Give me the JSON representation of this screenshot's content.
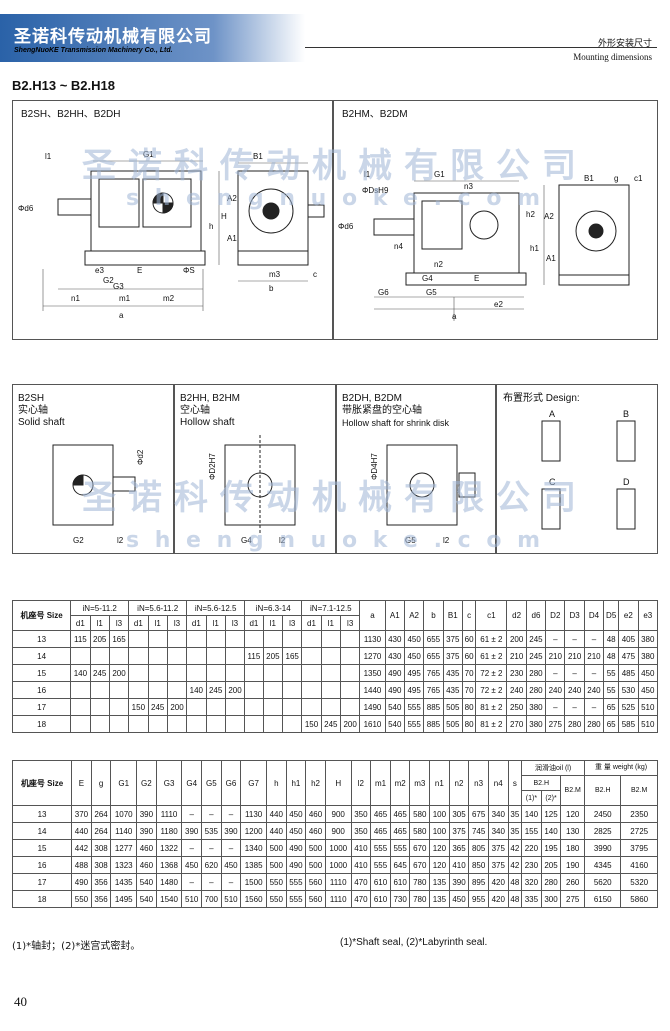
{
  "header": {
    "company_cn": "圣诺科传动机械有限公司",
    "company_en": "ShengNuoKE Transmission Machinery Co., Ltd.",
    "section_cn": "外形安装尺寸",
    "section_en": "Mounting dimensions",
    "series": "B2.H13 ~ B2.H18"
  },
  "watermark": {
    "cn": "圣诺科传动机械有限公司",
    "en": "s h e n g n u o k e . c o m"
  },
  "panels": {
    "left_top": "B2SH、B2HH、B2DH",
    "right_top": "B2HM、B2DM",
    "solid_title": "B2SH",
    "solid_cn": "实心轴",
    "solid_en": "Solid shaft",
    "hollow_title": "B2HH, B2HM",
    "hollow_cn": "空心轴",
    "hollow_en": "Hollow shaft",
    "shrink_title": "B2DH, B2DM",
    "shrink_cn": "带胀紧盘的空心轴",
    "shrink_en": "Hollow shaft for shrink disk",
    "design_title": "布置形式 Design:",
    "design_labels": [
      "A",
      "B",
      "C",
      "D"
    ]
  },
  "dim_labels": {
    "left": [
      "l1",
      "G1",
      "B1",
      "H",
      "h",
      "A2",
      "A1",
      "Φd6",
      "e3",
      "G2",
      "E",
      "G3",
      "n1",
      "m1",
      "m2",
      "a",
      "ΦS",
      "b",
      "m3",
      "c"
    ],
    "right": [
      "ΦDsH9",
      "l1",
      "G1",
      "n3",
      "h2",
      "B1",
      "g",
      "c1",
      "Φd6",
      "n4",
      "n2",
      "G4",
      "G5",
      "G6",
      "E",
      "e2",
      "a",
      "A2",
      "h1",
      "A1"
    ],
    "shafts": [
      "Φd2",
      "G2",
      "l2",
      "ΦD2H7",
      "G4",
      "l2",
      "ΦD4H7",
      "G5",
      "l2"
    ]
  },
  "table1": {
    "rows": [
      [
        "机座号 Size",
        "iN=5-11.2",
        "",
        "",
        "iN=5.6-11.2",
        "",
        "",
        "iN=5.6-12.5",
        "",
        "",
        "iN=6.3-14",
        "",
        "",
        "iN=7.1-12.5",
        "",
        "",
        "a",
        "A1",
        "A2",
        "b",
        "B1",
        "c",
        "c1",
        "d2",
        "d6",
        "D2",
        "D3",
        "D4",
        "D5",
        "e2",
        "e3"
      ],
      [
        "",
        "d1",
        "l1",
        "l3",
        "d1",
        "l1",
        "l3",
        "d1",
        "l1",
        "l3",
        "d1",
        "l1",
        "l3",
        "d1",
        "l1",
        "l3",
        "",
        "",
        "",
        "",
        "",
        "",
        "",
        "",
        "",
        "",
        "",
        "",
        "",
        "",
        ""
      ],
      [
        "13",
        "115",
        "205",
        "165",
        "",
        "",
        "",
        "",
        "",
        "",
        "",
        "",
        "",
        "",
        "",
        "",
        "1130",
        "430",
        "450",
        "655",
        "375",
        "60",
        "61 ± 2",
        "200",
        "245",
        "–",
        "–",
        "–",
        "48",
        "405",
        "380"
      ],
      [
        "14",
        "",
        "",
        "",
        "",
        "",
        "",
        "",
        "",
        "",
        "115",
        "205",
        "165",
        "",
        "",
        "",
        "1270",
        "430",
        "450",
        "655",
        "375",
        "60",
        "61 ± 2",
        "210",
        "245",
        "210",
        "210",
        "210",
        "48",
        "475",
        "380"
      ],
      [
        "15",
        "140",
        "245",
        "200",
        "",
        "",
        "",
        "",
        "",
        "",
        "",
        "",
        "",
        "",
        "",
        "",
        "1350",
        "490",
        "495",
        "765",
        "435",
        "70",
        "72 ± 2",
        "230",
        "280",
        "–",
        "–",
        "–",
        "55",
        "485",
        "450"
      ],
      [
        "16",
        "",
        "",
        "",
        "",
        "",
        "",
        "140",
        "245",
        "200",
        "",
        "",
        "",
        "",
        "",
        "",
        "1440",
        "490",
        "495",
        "765",
        "435",
        "70",
        "72 ± 2",
        "240",
        "280",
        "240",
        "240",
        "240",
        "55",
        "530",
        "450"
      ],
      [
        "17",
        "",
        "",
        "",
        "150",
        "245",
        "200",
        "",
        "",
        "",
        "",
        "",
        "",
        "",
        "",
        "",
        "1490",
        "540",
        "555",
        "885",
        "505",
        "80",
        "81 ± 2",
        "250",
        "380",
        "–",
        "–",
        "–",
        "65",
        "525",
        "510"
      ],
      [
        "18",
        "",
        "",
        "",
        "",
        "",
        "",
        "",
        "",
        "",
        "",
        "",
        "",
        "150",
        "245",
        "200",
        "1610",
        "540",
        "555",
        "885",
        "505",
        "80",
        "81 ± 2",
        "270",
        "380",
        "275",
        "280",
        "280",
        "65",
        "585",
        "510"
      ]
    ]
  },
  "table2": {
    "rows": [
      [
        "机座号 Size",
        "E",
        "g",
        "G1",
        "G2",
        "G3",
        "G4",
        "G5",
        "G6",
        "G7",
        "h",
        "h1",
        "h2",
        "H",
        "l2",
        "m1",
        "m2",
        "m3",
        "n1",
        "n2",
        "n3",
        "n4",
        "s",
        "润滑油oil (l)",
        "",
        "",
        "重 量 weight (kg)",
        ""
      ],
      [
        "",
        "",
        "",
        "",
        "",
        "",
        "",
        "",
        "",
        "",
        "",
        "",
        "",
        "",
        "",
        "",
        "",
        "",
        "",
        "",
        "",
        "",
        "",
        "B2.H",
        "",
        "B2.M",
        "B2.H",
        "B2.M"
      ],
      [
        "",
        "",
        "",
        "",
        "",
        "",
        "",
        "",
        "",
        "",
        "",
        "",
        "",
        "",
        "",
        "",
        "",
        "",
        "",
        "",
        "",
        "",
        "",
        "(1)*",
        "(2)*",
        "",
        "",
        ""
      ],
      [
        "13",
        "370",
        "264",
        "1070",
        "390",
        "1110",
        "–",
        "–",
        "–",
        "1130",
        "440",
        "450",
        "460",
        "900",
        "350",
        "465",
        "465",
        "580",
        "100",
        "305",
        "675",
        "340",
        "35",
        "140",
        "125",
        "120",
        "2450",
        "2350"
      ],
      [
        "14",
        "440",
        "264",
        "1140",
        "390",
        "1180",
        "390",
        "535",
        "390",
        "1200",
        "440",
        "450",
        "460",
        "900",
        "350",
        "465",
        "465",
        "580",
        "100",
        "375",
        "745",
        "340",
        "35",
        "155",
        "140",
        "130",
        "2825",
        "2725"
      ],
      [
        "15",
        "442",
        "308",
        "1277",
        "460",
        "1322",
        "–",
        "–",
        "–",
        "1340",
        "500",
        "490",
        "500",
        "1000",
        "410",
        "555",
        "555",
        "670",
        "120",
        "365",
        "805",
        "375",
        "42",
        "220",
        "195",
        "180",
        "3990",
        "3795"
      ],
      [
        "16",
        "488",
        "308",
        "1323",
        "460",
        "1368",
        "450",
        "620",
        "450",
        "1385",
        "500",
        "490",
        "500",
        "1000",
        "410",
        "555",
        "645",
        "670",
        "120",
        "410",
        "850",
        "375",
        "42",
        "230",
        "205",
        "190",
        "4345",
        "4160"
      ],
      [
        "17",
        "490",
        "356",
        "1435",
        "540",
        "1480",
        "–",
        "–",
        "–",
        "1500",
        "550",
        "555",
        "560",
        "1110",
        "470",
        "610",
        "610",
        "780",
        "135",
        "390",
        "895",
        "420",
        "48",
        "320",
        "280",
        "260",
        "5620",
        "5320"
      ],
      [
        "18",
        "550",
        "356",
        "1495",
        "540",
        "1540",
        "510",
        "700",
        "510",
        "1560",
        "550",
        "555",
        "560",
        "1110",
        "470",
        "610",
        "730",
        "780",
        "135",
        "450",
        "955",
        "420",
        "48",
        "335",
        "300",
        "275",
        "6150",
        "5860"
      ]
    ]
  },
  "notes": {
    "cn": "(1)*轴封；(2)*迷宫式密封。",
    "en": "(1)*Shaft seal, (2)*Labyrinth seal."
  },
  "page_number": "40"
}
